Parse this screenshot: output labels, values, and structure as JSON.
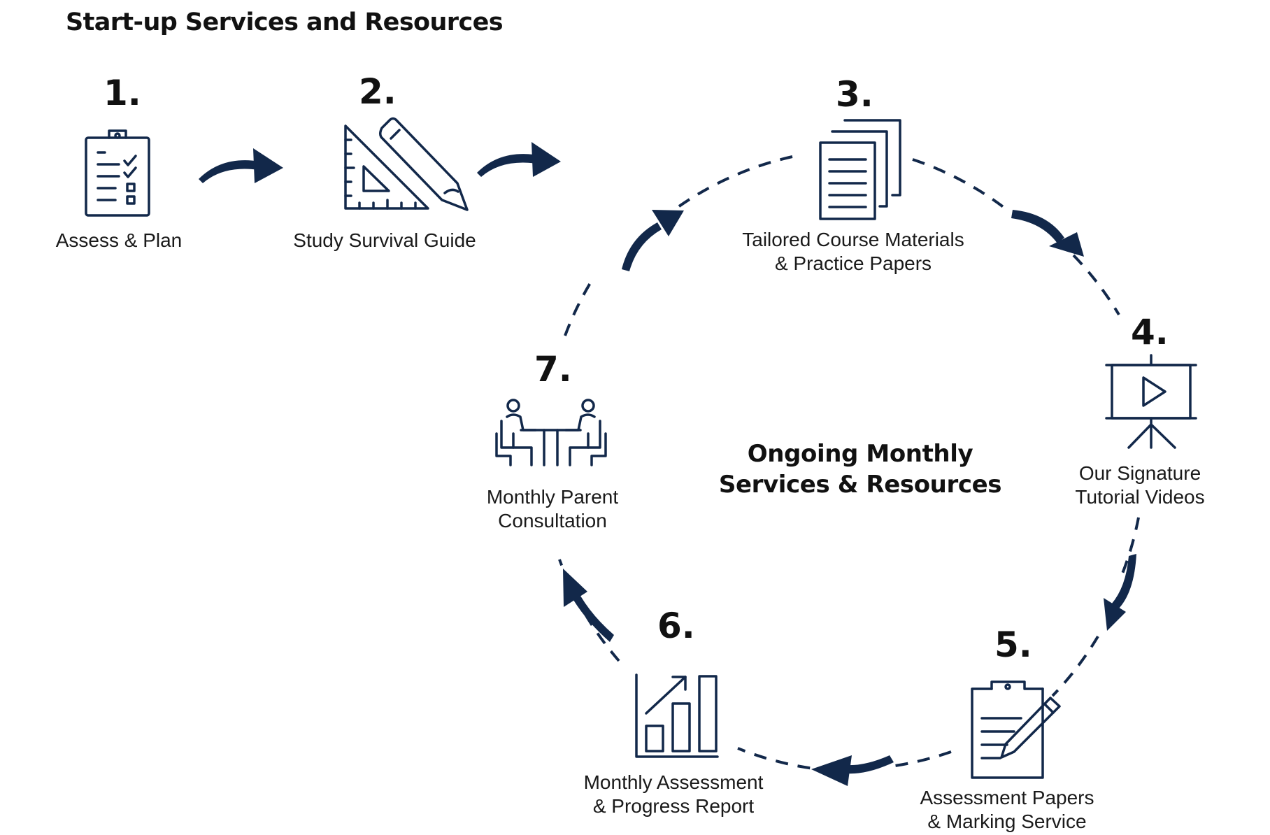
{
  "title": "Start-up Services and Resources",
  "center": {
    "line1": "Ongoing Monthly",
    "line2": "Services & Resources"
  },
  "steps": [
    {
      "number": "1.",
      "label_lines": [
        "Assess & Plan"
      ],
      "icon": "clipboard-checklist-icon"
    },
    {
      "number": "2.",
      "label_lines": [
        "Study Survival Guide"
      ],
      "icon": "ruler-pencil-icon"
    },
    {
      "number": "3.",
      "label_lines": [
        "Tailored Course Materials",
        "& Practice Papers"
      ],
      "icon": "documents-stack-icon"
    },
    {
      "number": "4.",
      "label_lines": [
        "Our Signature",
        "Tutorial Videos"
      ],
      "icon": "video-screen-icon"
    },
    {
      "number": "5.",
      "label_lines": [
        "Assessment Papers",
        "& Marking Service"
      ],
      "icon": "clipboard-pencil-icon"
    },
    {
      "number": "6.",
      "label_lines": [
        "Monthly Assessment",
        "& Progress Report"
      ],
      "icon": "bar-chart-growth-icon"
    },
    {
      "number": "7.",
      "label_lines": [
        "Monthly Parent",
        "Consultation"
      ],
      "icon": "meeting-table-icon"
    }
  ],
  "colors": {
    "navy": "#12284a",
    "text": "#111111"
  }
}
